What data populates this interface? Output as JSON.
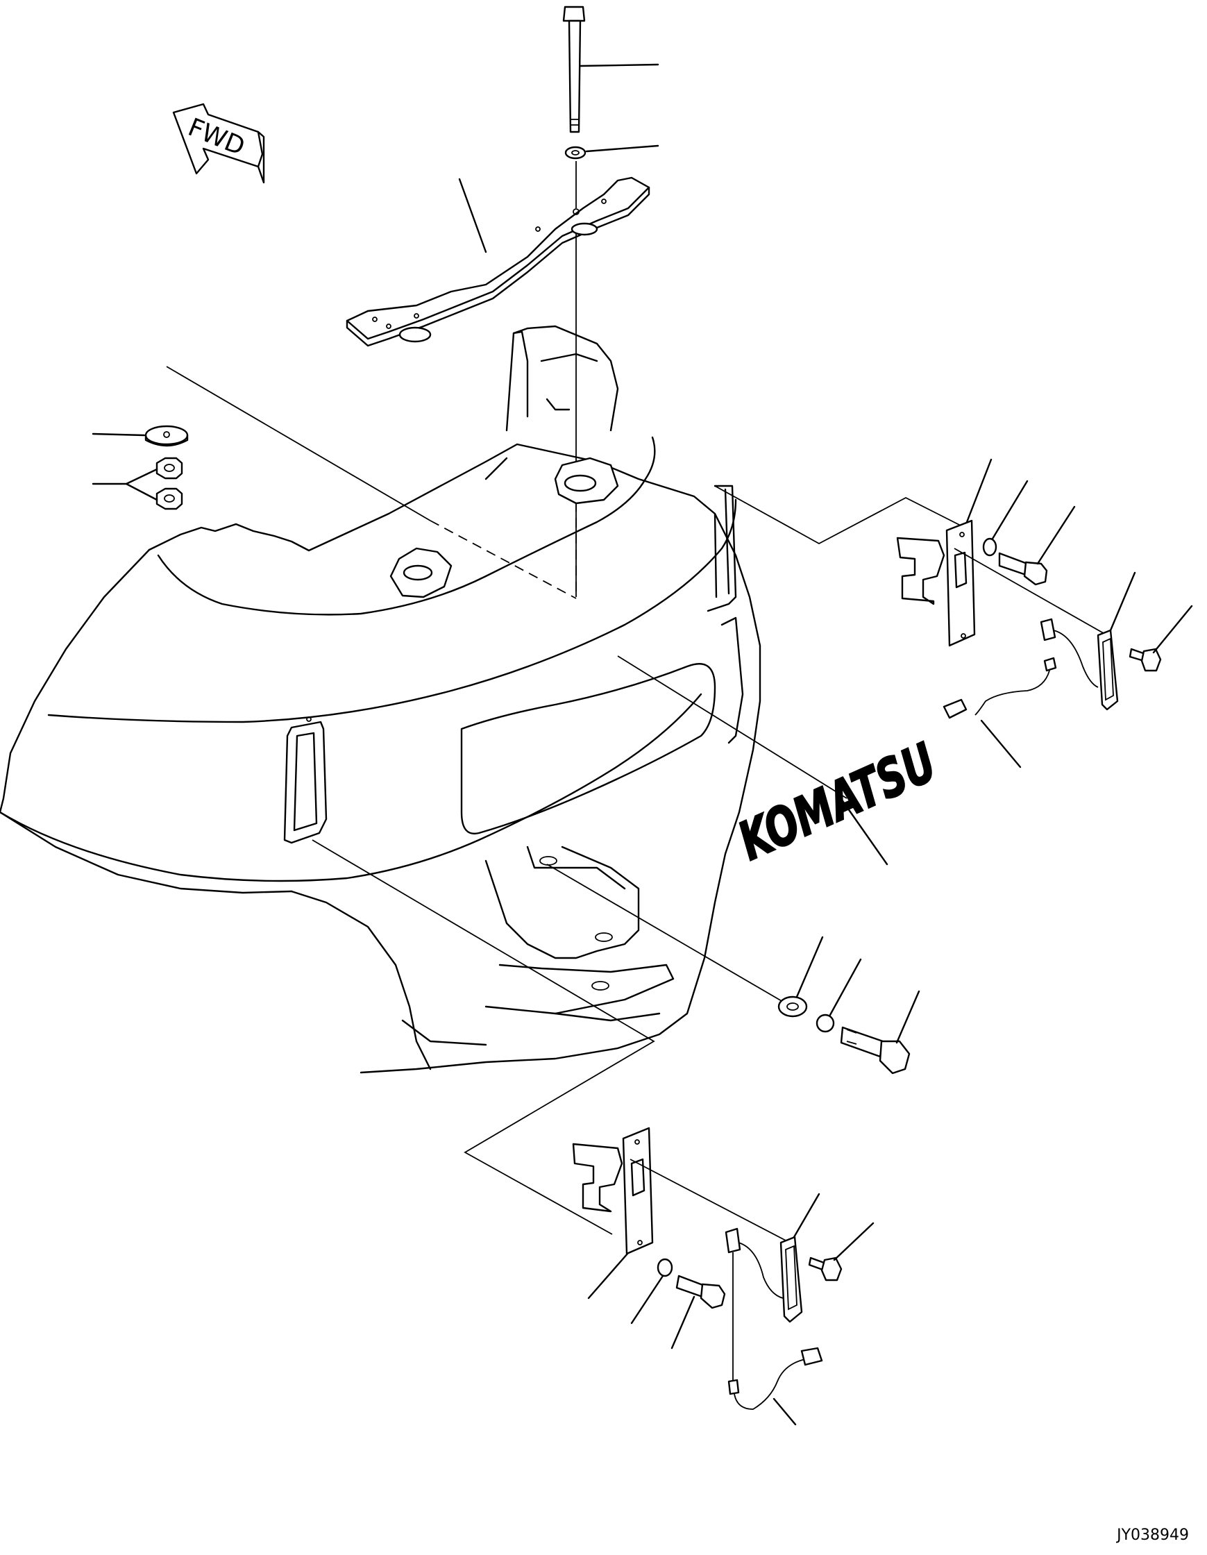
{
  "direction_label": "FWD",
  "brand_text": "KOMATSU",
  "drawing_id": "JY038949"
}
